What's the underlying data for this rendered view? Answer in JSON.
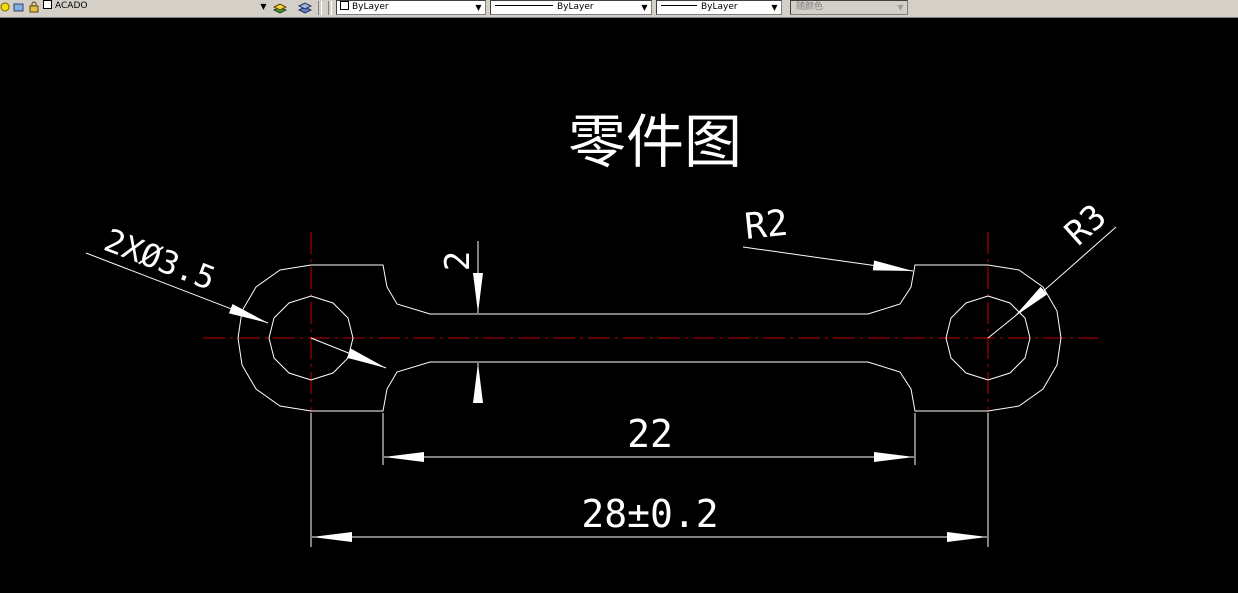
{
  "toolbar": {
    "layer_name": "ACADO",
    "color_control": "ByLayer",
    "linetype_control": "ByLayer",
    "lineweight_control": "ByLayer",
    "plot_style_control": "随颜色"
  },
  "drawing": {
    "title": "零件图",
    "dims": {
      "holes": "2XØ3.5",
      "thickness": "2",
      "fillet": "R2",
      "end_radius": "R3",
      "inner_length": "22",
      "overall_length": "28±0.2"
    }
  },
  "colors": {
    "background": "#000000",
    "geometry": "#ffffff",
    "centerline": "#c00000",
    "toolbar": "#d4d0c8"
  }
}
